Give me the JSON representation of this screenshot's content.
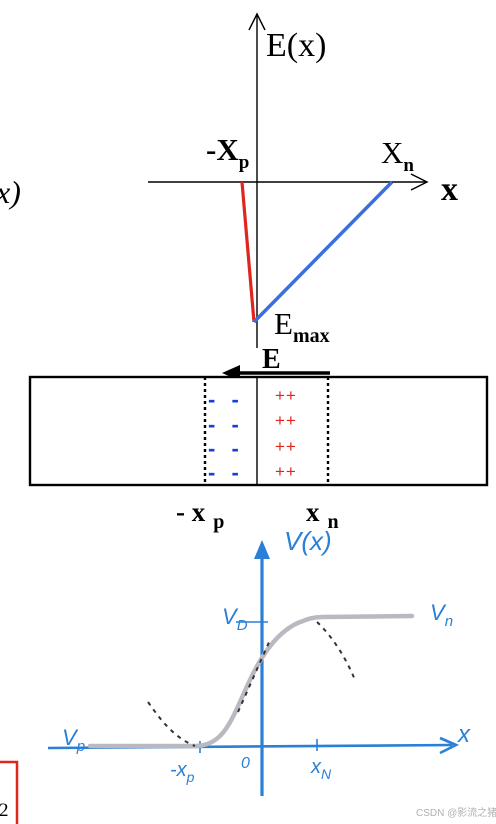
{
  "field_plot": {
    "y_axis_label": "E(x)",
    "x_axis_label": "x",
    "left_edge_label": "-X",
    "left_edge_sub": "p",
    "right_edge_label": "X",
    "right_edge_sub": "n",
    "peak_label": "E",
    "peak_sub": "max",
    "left_fragment": "x)"
  },
  "junction": {
    "field_label": "E",
    "negative_charges": [
      "- -",
      "- -",
      "- -",
      "- -"
    ],
    "positive_charges": [
      "++",
      "++",
      "++",
      "++"
    ],
    "left_boundary_label": "- x",
    "left_boundary_sub": "p",
    "right_boundary_label": "x",
    "right_boundary_sub": "n",
    "colors": {
      "negative": "#1a3fd6",
      "positive": "#e0261c"
    }
  },
  "potential_plot": {
    "y_axis_label": "V(x)",
    "x_axis_label": "x",
    "vd_label": "V",
    "vd_sub": "D",
    "vn_label": "V",
    "vn_sub": "n",
    "vp_label": "V",
    "vp_sub": "p",
    "tick_neg": "-x",
    "tick_neg_sub": "p",
    "tick_zero": "0",
    "tick_pos": "x",
    "tick_pos_sub": "N"
  },
  "footer": {
    "corner_digit": "2",
    "watermark": "CSDN @影流之猪"
  },
  "colors": {
    "axis_blue": "#2a7fd6",
    "field_red": "#e0261c",
    "field_blue": "#3b6fe0",
    "curve_gray": "#b9b9c2"
  }
}
